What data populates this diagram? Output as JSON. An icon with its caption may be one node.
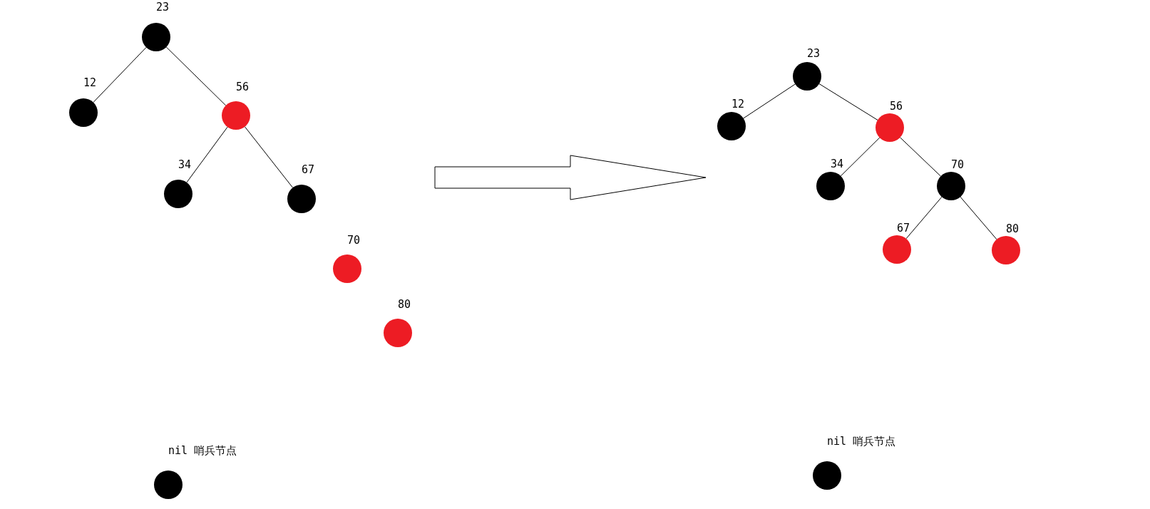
{
  "diagram": {
    "nodes": [
      {
        "text": [],
        "shape": "circle",
        "beside": [
          "23"
        ]
      },
      {
        "text": [],
        "shape": "circle",
        "beside": [
          "12"
        ]
      },
      {
        "text": [],
        "shape": "circle",
        "beside": [
          "56"
        ]
      },
      {
        "text": [],
        "shape": "circle",
        "beside": [
          "34"
        ]
      },
      {
        "text": [],
        "shape": "circle",
        "beside": [
          "67"
        ]
      },
      {
        "text": [],
        "shape": "circle",
        "beside": [
          "70"
        ]
      },
      {
        "text": [],
        "shape": "circle",
        "beside": [
          "80"
        ]
      },
      {
        "text": [],
        "shape": "circle",
        "beside": [
          "nil 哨兵节点"
        ]
      },
      {
        "text": [],
        "shape": "circle",
        "beside": [
          "23"
        ]
      },
      {
        "text": [],
        "shape": "circle",
        "beside": [
          "12"
        ]
      },
      {
        "text": [],
        "shape": "circle",
        "beside": [
          "56"
        ]
      },
      {
        "text": [],
        "shape": "circle",
        "beside": [
          "34"
        ]
      },
      {
        "text": [],
        "shape": "circle",
        "beside": [
          "70"
        ]
      },
      {
        "text": [],
        "shape": "circle",
        "beside": [
          "67"
        ]
      },
      {
        "text": [],
        "shape": "circle",
        "beside": [
          "80"
        ]
      },
      {
        "text": [],
        "shape": "circle",
        "beside": [
          "nil 哨兵节点"
        ]
      }
    ],
    "edges": [
      {
        "from": 0,
        "to": 1,
        "arrow": "none"
      },
      {
        "from": 0,
        "to": 2,
        "arrow": "none"
      },
      {
        "from": 2,
        "to": 3,
        "arrow": "none"
      },
      {
        "from": 2,
        "to": 4,
        "arrow": "none"
      },
      {
        "from": 8,
        "to": 9,
        "arrow": "none"
      },
      {
        "from": 8,
        "to": 10,
        "arrow": "none"
      },
      {
        "from": 10,
        "to": 11,
        "arrow": "none"
      },
      {
        "from": 10,
        "to": 12,
        "arrow": "none"
      },
      {
        "from": 12,
        "to": 13,
        "arrow": "none"
      },
      {
        "from": 12,
        "to": 14,
        "arrow": "none"
      }
    ]
  }
}
